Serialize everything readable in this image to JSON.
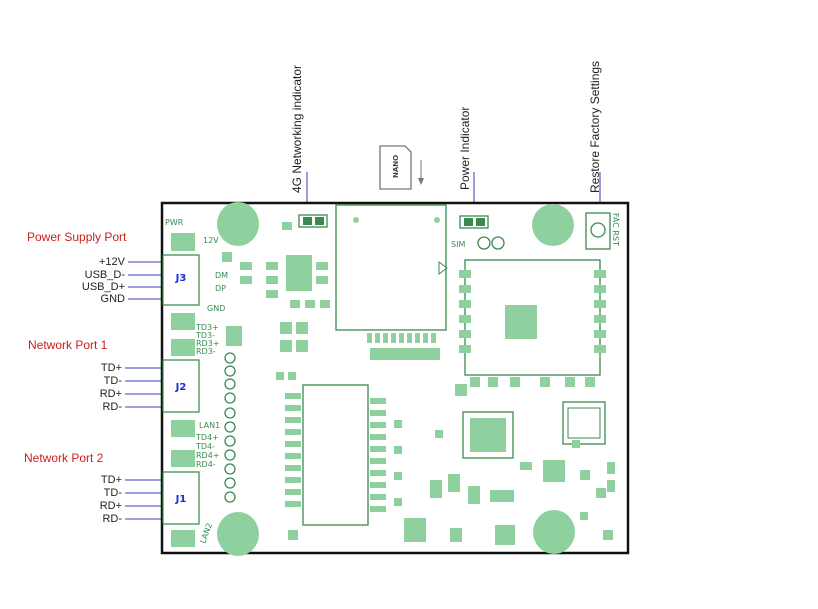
{
  "top_labels": {
    "networking_4g": "4G Networking indicator",
    "power_indicator": "Power Indicator",
    "restore_factory": "Restore Factory Settings"
  },
  "sim_card": {
    "label": "NANO"
  },
  "ports": {
    "power_supply": {
      "title": "Power Supply Port",
      "connector": "J3",
      "pins": [
        "+12V",
        "USB_D-",
        "USB_D+",
        "GND"
      ]
    },
    "network_1": {
      "title": "Network Port 1",
      "connector": "J2",
      "pins": [
        "TD+",
        "TD-",
        "RD+",
        "RD-"
      ]
    },
    "network_2": {
      "title": "Network Port 2",
      "connector": "J1",
      "pins": [
        "TD+",
        "TD-",
        "RD+",
        "RD-"
      ]
    }
  },
  "board_silkscreen": {
    "pwr": "PWR",
    "v12": "12V",
    "dm": "DM",
    "dp": "DP",
    "gnd": "GND",
    "lan1_pins": [
      "TD3+",
      "TD3-",
      "RD3+",
      "RD3-"
    ],
    "lan1": "LAN1",
    "lan2_pins": [
      "TD4+",
      "TD4-",
      "RD4+",
      "RD4-"
    ],
    "lan2": "LAN2",
    "sim": "SIM",
    "fac_rst": "FAC RST"
  },
  "colors": {
    "pcb_green": "#8fd19e",
    "pad_green": "#a6dcb0",
    "board_border": "#111111",
    "leader_line": "#6666cc",
    "title_red": "#cc1f1a"
  }
}
